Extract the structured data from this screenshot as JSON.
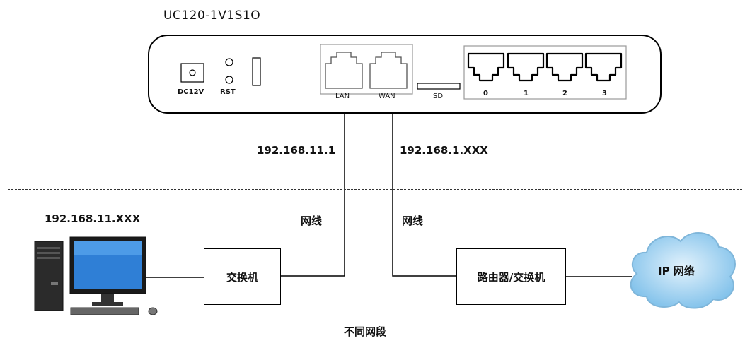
{
  "device": {
    "model": "UC120-1V1S1O",
    "dc_label": "DC12V",
    "rst_label": "RST",
    "lan_label": "LAN",
    "wan_label": "WAN",
    "sd_label": "SD",
    "fxs_ports": [
      "0",
      "1",
      "2",
      "3"
    ]
  },
  "links": {
    "lan_ip": "192.168.11.1",
    "wan_ip": "192.168.1.XXX",
    "cable_left": "网线",
    "cable_right": "网线"
  },
  "pc": {
    "ip": "192.168.11.XXX"
  },
  "nodes": {
    "switch": "交换机",
    "router_switch": "路由器/交换机",
    "internet": "IP 网络"
  },
  "zone_label": "不同网段"
}
